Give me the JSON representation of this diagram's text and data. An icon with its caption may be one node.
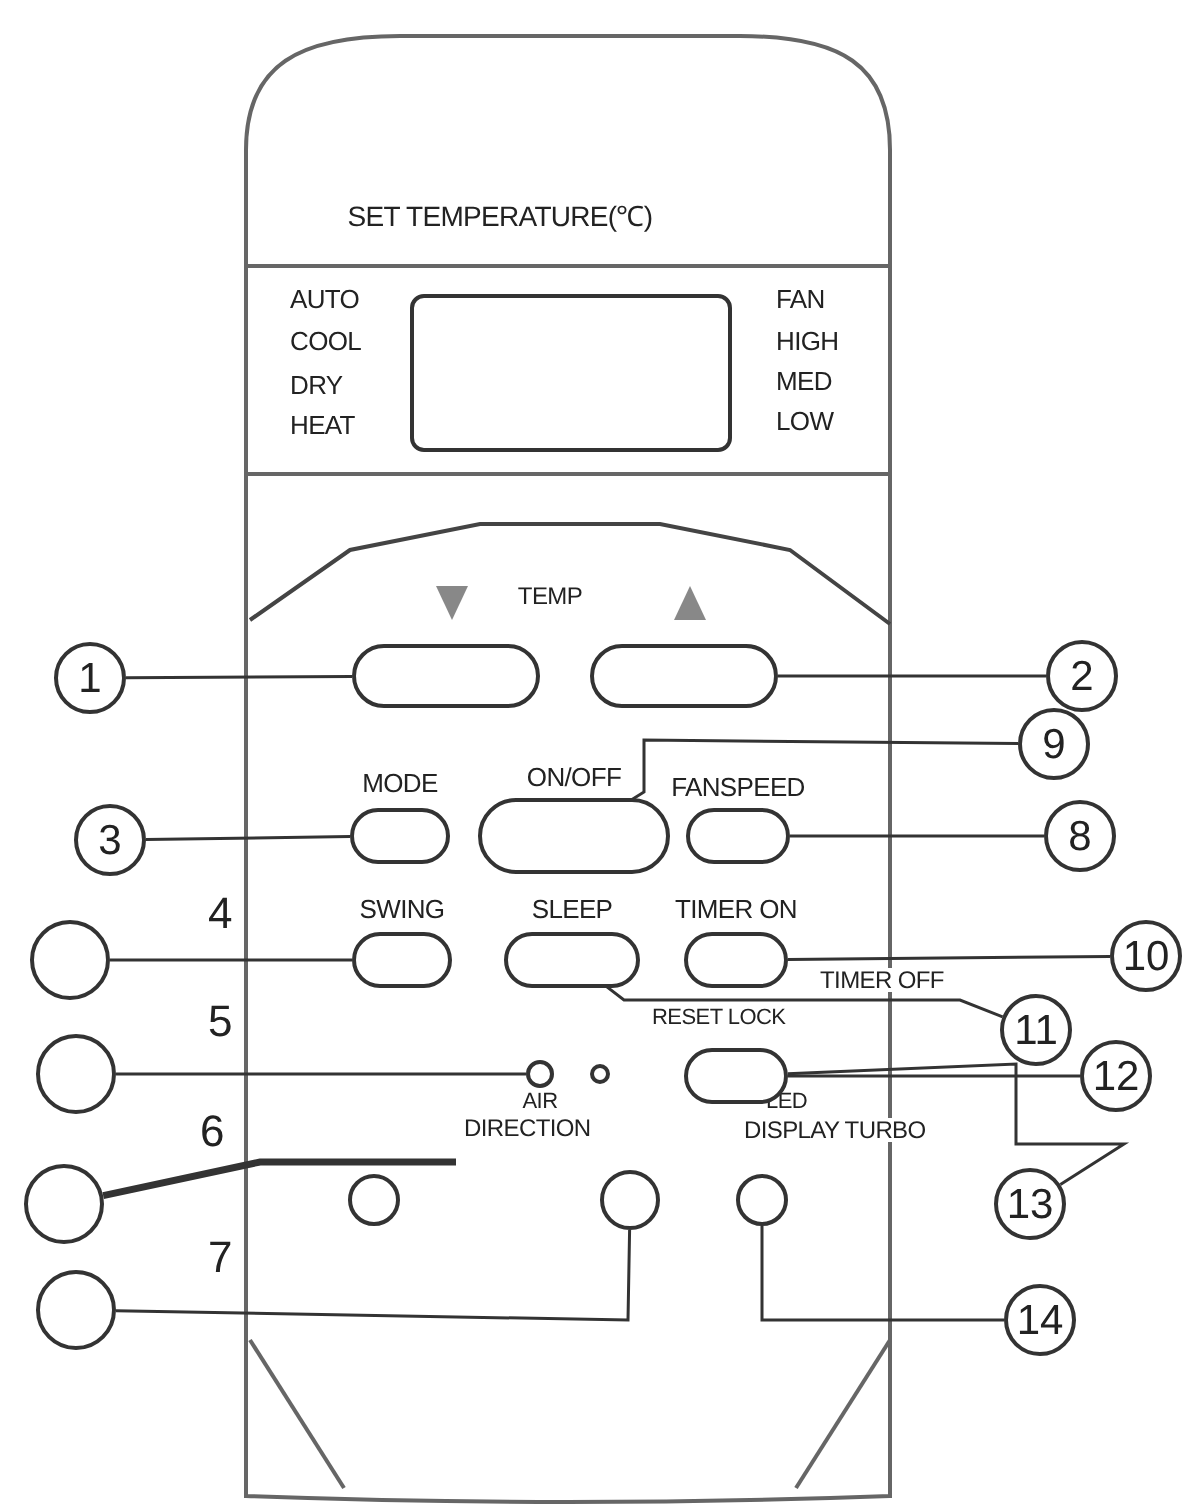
{
  "diagram": {
    "nodes": [
      {
        "text": [
          "1"
        ]
      },
      {
        "text": [],
        "shape": "oval"
      },
      {
        "text": [],
        "shape": "oval"
      },
      {
        "text": [
          "2"
        ]
      },
      {
        "text": [
          "3"
        ]
      },
      {
        "text": [
          "MODE"
        ]
      },
      {
        "text": [
          "ON/OFF"
        ]
      },
      {
        "text": [
          "9"
        ]
      },
      {
        "text": [
          "FANSPEED"
        ]
      },
      {
        "text": [
          "8"
        ]
      },
      {
        "text": [],
        "shape": "circle",
        "beside": [
          "4"
        ]
      },
      {
        "text": [
          "SWING"
        ]
      },
      {
        "text": [
          "SLEEP"
        ]
      },
      {
        "text": [
          "TIMER ON"
        ]
      },
      {
        "text": [
          "10"
        ]
      },
      {
        "text": [
          "11"
        ]
      },
      {
        "text": [],
        "shape": "circle",
        "beside": [
          "5"
        ]
      },
      {
        "text": [],
        "shape": "circle"
      },
      {
        "text": [],
        "shape": "circle"
      },
      {
        "text": [],
        "shape": "oval"
      },
      {
        "text": [
          "12"
        ]
      },
      {
        "text": [
          "13"
        ]
      },
      {
        "text": [],
        "shape": "circle",
        "beside": [
          "6"
        ]
      },
      {
        "text": [],
        "shape": "circle"
      },
      {
        "text": [],
        "shape": "circle"
      },
      {
        "text": [],
        "shape": "circle"
      },
      {
        "text": [],
        "shape": "circle",
        "beside": [
          "7"
        ]
      },
      {
        "text": [
          "14"
        ]
      },
      {
        "text": [],
        "shape": "box"
      }
    ],
    "edges": [
      {
        "from": 0,
        "to": 1,
        "arrow": "none"
      },
      {
        "from": 3,
        "to": 2,
        "arrow": "none"
      },
      {
        "from": 4,
        "to": 5,
        "arrow": "none"
      },
      {
        "from": 7,
        "to": 6,
        "arrow": "none"
      },
      {
        "from": 9,
        "to": 8,
        "arrow": "none"
      },
      {
        "from": 10,
        "to": 11,
        "arrow": "none"
      },
      {
        "from": 14,
        "to": 13,
        "arrow": "none"
      },
      {
        "from": 15,
        "to": 12,
        "arrow": "none"
      },
      {
        "from": 16,
        "to": 17,
        "arrow": "none"
      },
      {
        "from": 20,
        "to": 19,
        "arrow": "none"
      },
      {
        "from": 21,
        "to": 19,
        "arrow": "none"
      },
      {
        "from": 26,
        "to": 24,
        "arrow": "none"
      },
      {
        "from": 27,
        "to": 25,
        "arrow": "none"
      },
      {
        "from": null,
        "to": 22,
        "arrow": "none",
        "style": "thick"
      }
    ],
    "labels": [
      "SET TEMPERATURE(℃)",
      "AUTO",
      "COOL",
      "DRY",
      "HEAT",
      "FAN",
      "HIGH",
      "MED",
      "LOW",
      "TEMP",
      "TIMER OFF",
      "RESET LOCK",
      "AIR",
      "DIRECTION",
      "LED",
      "DISPLAY TURBO"
    ]
  }
}
